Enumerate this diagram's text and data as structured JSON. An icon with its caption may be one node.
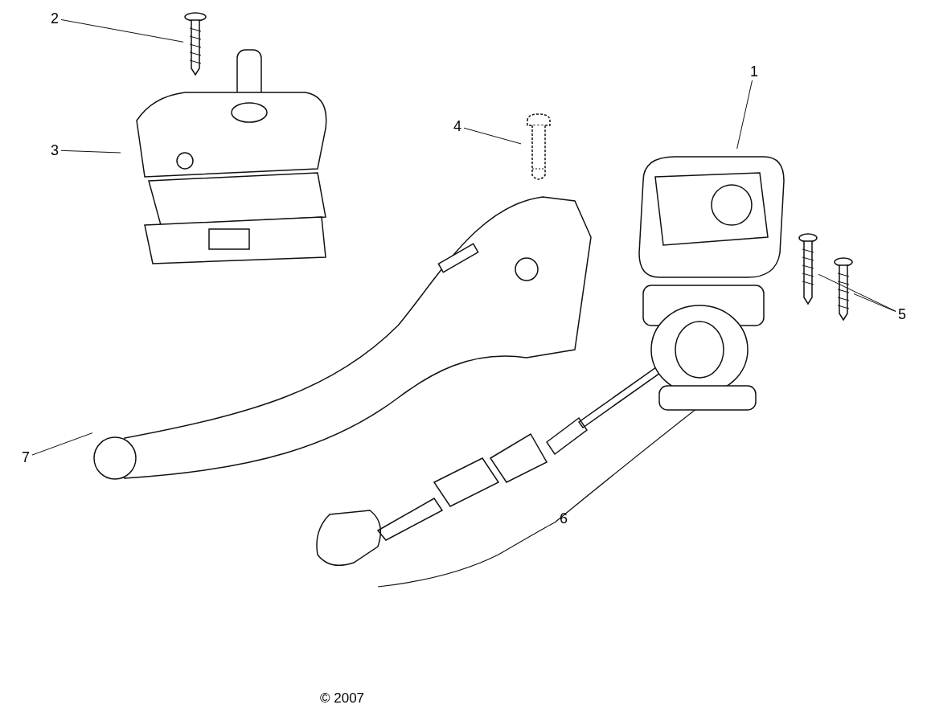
{
  "diagram": {
    "nodes": [
      {
        "text": [
          "1"
        ]
      },
      {
        "text": [
          "2"
        ]
      },
      {
        "text": [
          "3"
        ]
      },
      {
        "text": [
          "4"
        ]
      },
      {
        "text": [
          "5"
        ]
      },
      {
        "text": [
          "7"
        ]
      },
      {
        "text": [],
        "shape": "picture"
      },
      {
        "text": [],
        "shape": "picture"
      },
      {
        "text": [],
        "shape": "picture"
      },
      {
        "text": [],
        "shape": "picture"
      },
      {
        "text": [],
        "shape": "picture"
      },
      {
        "text": [],
        "shape": "picture"
      },
      {
        "text": [],
        "shape": "picture"
      }
    ],
    "edges": [
      {
        "from": 0,
        "to": 6,
        "arrow": "none"
      },
      {
        "from": 1,
        "to": 7,
        "arrow": "none"
      },
      {
        "from": 2,
        "to": 8,
        "arrow": "none"
      },
      {
        "from": 3,
        "to": 9,
        "arrow": "none"
      },
      {
        "from": 4,
        "to": 10,
        "arrow": "none"
      },
      {
        "from": 4,
        "to": 11,
        "arrow": "none"
      },
      {
        "from": 5,
        "to": 12,
        "arrow": "none"
      }
    ],
    "labels": [
      "6",
      "© 2007"
    ]
  }
}
